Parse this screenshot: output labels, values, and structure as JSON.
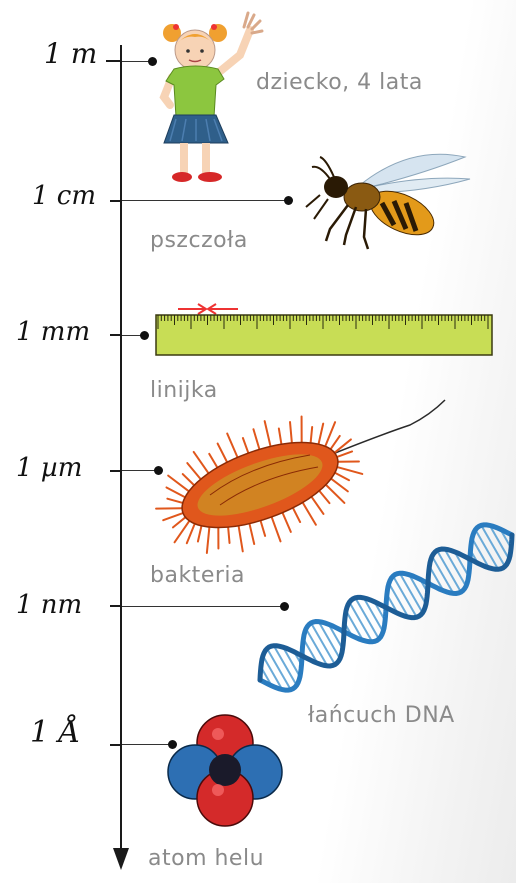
{
  "scale": {
    "units": [
      {
        "id": "m",
        "label": "1 m"
      },
      {
        "id": "cm",
        "label": "1 cm"
      },
      {
        "id": "mm",
        "label": "1 mm"
      },
      {
        "id": "um",
        "label": "1 µm"
      },
      {
        "id": "nm",
        "label": "1 nm"
      },
      {
        "id": "angstrom",
        "label": "1 Å"
      }
    ]
  },
  "captions": {
    "child": "dziecko, 4 lata",
    "bee": "pszczoła",
    "ruler": "linijka",
    "bacterium": "bakteria",
    "dna": "łańcuch DNA",
    "helium": "atom helu"
  },
  "colors": {
    "axis": "#1a1a1a",
    "caption": "#8a8a8a",
    "ruler": "#c8dd55",
    "dna": "#3a8ccc",
    "bacterium": "#e0571c",
    "proton": "#d42a2a",
    "neutron": "#2d6fb3"
  },
  "icons": [
    "child-illustration",
    "bee-illustration",
    "ruler-illustration",
    "bacterium-illustration",
    "dna-illustration",
    "helium-atom-illustration"
  ]
}
